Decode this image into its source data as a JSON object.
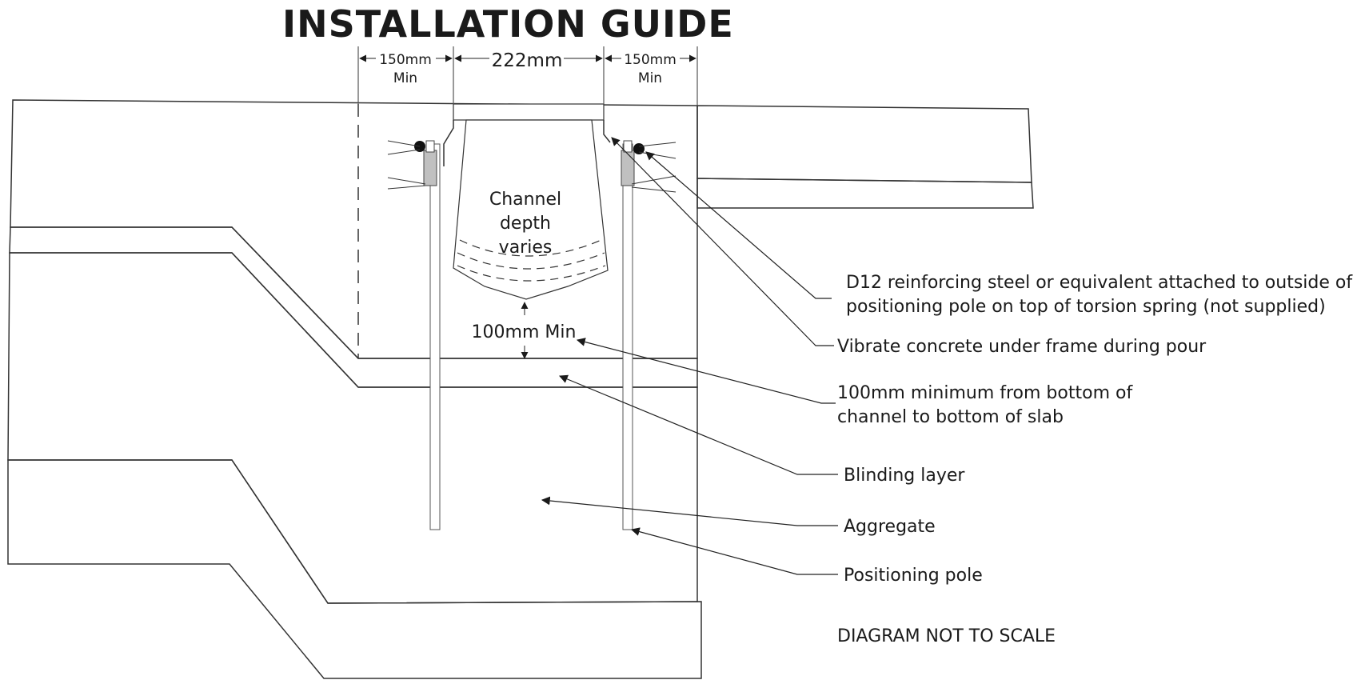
{
  "title": "INSTALLATION GUIDE",
  "dimensions": {
    "left_clearance": {
      "value": "150mm",
      "qualifier": "Min"
    },
    "channel_width": {
      "value": "222mm"
    },
    "right_clearance": {
      "value": "150mm",
      "qualifier": "Min"
    },
    "under_channel": {
      "value": "100mm Min"
    }
  },
  "channel_text": [
    "Channel",
    "depth",
    "varies"
  ],
  "callouts": [
    {
      "lines": [
        "D12 reinforcing steel or equivalent attached to outside of",
        "positioning pole on top of torsion spring (not supplied)"
      ]
    },
    {
      "lines": [
        "Vibrate concrete under frame during pour"
      ]
    },
    {
      "lines": [
        "100mm minimum from bottom of",
        "channel to bottom of slab"
      ]
    },
    {
      "lines": [
        "Blinding layer"
      ]
    },
    {
      "lines": [
        "Aggregate"
      ]
    },
    {
      "lines": [
        "Positioning pole"
      ]
    }
  ],
  "note": "DIAGRAM NOT TO SCALE",
  "colors": {
    "concrete": "#d4d4d4",
    "blinding": "#a8a095",
    "aggregate": "#7a7a7a",
    "subgrade": "#9c8466",
    "outline": "#333333"
  }
}
